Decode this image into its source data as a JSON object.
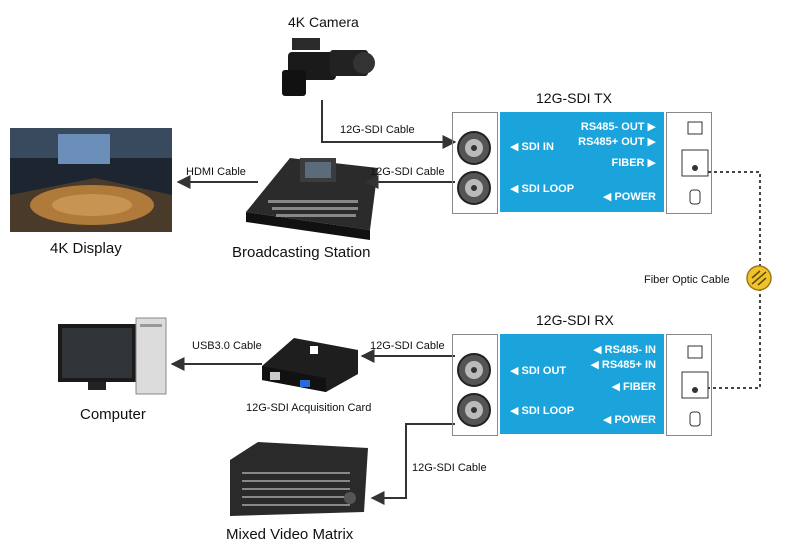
{
  "devices": {
    "camera": "4K Camera",
    "display": "4K Display",
    "station": "Broadcasting Station",
    "computer": "Computer",
    "card": "12G-SDI Acquisition Card",
    "matrix": "Mixed Video Matrix"
  },
  "tx": {
    "title": "12G-SDI TX",
    "sdi_in": "SDI IN",
    "sdi_loop": "SDI LOOP",
    "rs485_minus": "RS485- OUT",
    "rs485_plus": "RS485+ OUT",
    "fiber": "FIBER",
    "power": "POWER"
  },
  "rx": {
    "title": "12G-SDI RX",
    "sdi_out": "SDI OUT",
    "sdi_loop": "SDI LOOP",
    "rs485_minus": "RS485- IN",
    "rs485_plus": "RS485+ IN",
    "fiber": "FIBER",
    "power": "POWER"
  },
  "cables": {
    "camera_to_tx": "12G-SDI Cable",
    "tx_to_station": "12G-SDI Cable",
    "station_to_display": "HDMI Cable",
    "fiber": "Fiber Optic Cable",
    "rx_to_card": "12G-SDI Cable",
    "card_to_computer": "USB3.0 Cable",
    "rx_to_matrix": "12G-SDI Cable"
  },
  "colors": {
    "panel": "#1ba4dc",
    "fiber_icon": "#f2c12e",
    "line": "#333333"
  }
}
